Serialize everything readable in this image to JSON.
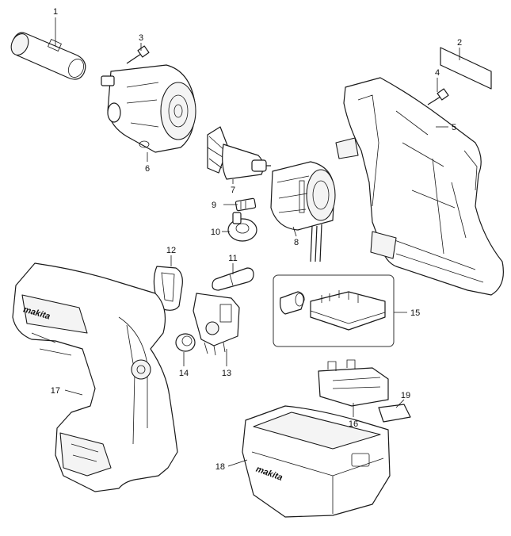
{
  "callouts": [
    {
      "id": "1",
      "label": "1"
    },
    {
      "id": "2",
      "label": "2"
    },
    {
      "id": "3",
      "label": "3"
    },
    {
      "id": "4",
      "label": "4"
    },
    {
      "id": "5",
      "label": "5"
    },
    {
      "id": "6",
      "label": "6"
    },
    {
      "id": "7",
      "label": "7"
    },
    {
      "id": "8",
      "label": "8"
    },
    {
      "id": "9",
      "label": "9"
    },
    {
      "id": "10",
      "label": "10"
    },
    {
      "id": "11",
      "label": "11"
    },
    {
      "id": "12",
      "label": "12"
    },
    {
      "id": "13",
      "label": "13"
    },
    {
      "id": "14",
      "label": "14"
    },
    {
      "id": "15",
      "label": "15"
    },
    {
      "id": "16",
      "label": "16"
    },
    {
      "id": "17",
      "label": "17"
    },
    {
      "id": "18",
      "label": "18"
    },
    {
      "id": "19",
      "label": "19"
    }
  ],
  "brand": {
    "housing_logo": "makita",
    "base_logo": "makita"
  },
  "colors": {
    "line": "#1a1a1a",
    "background": "#ffffff"
  }
}
